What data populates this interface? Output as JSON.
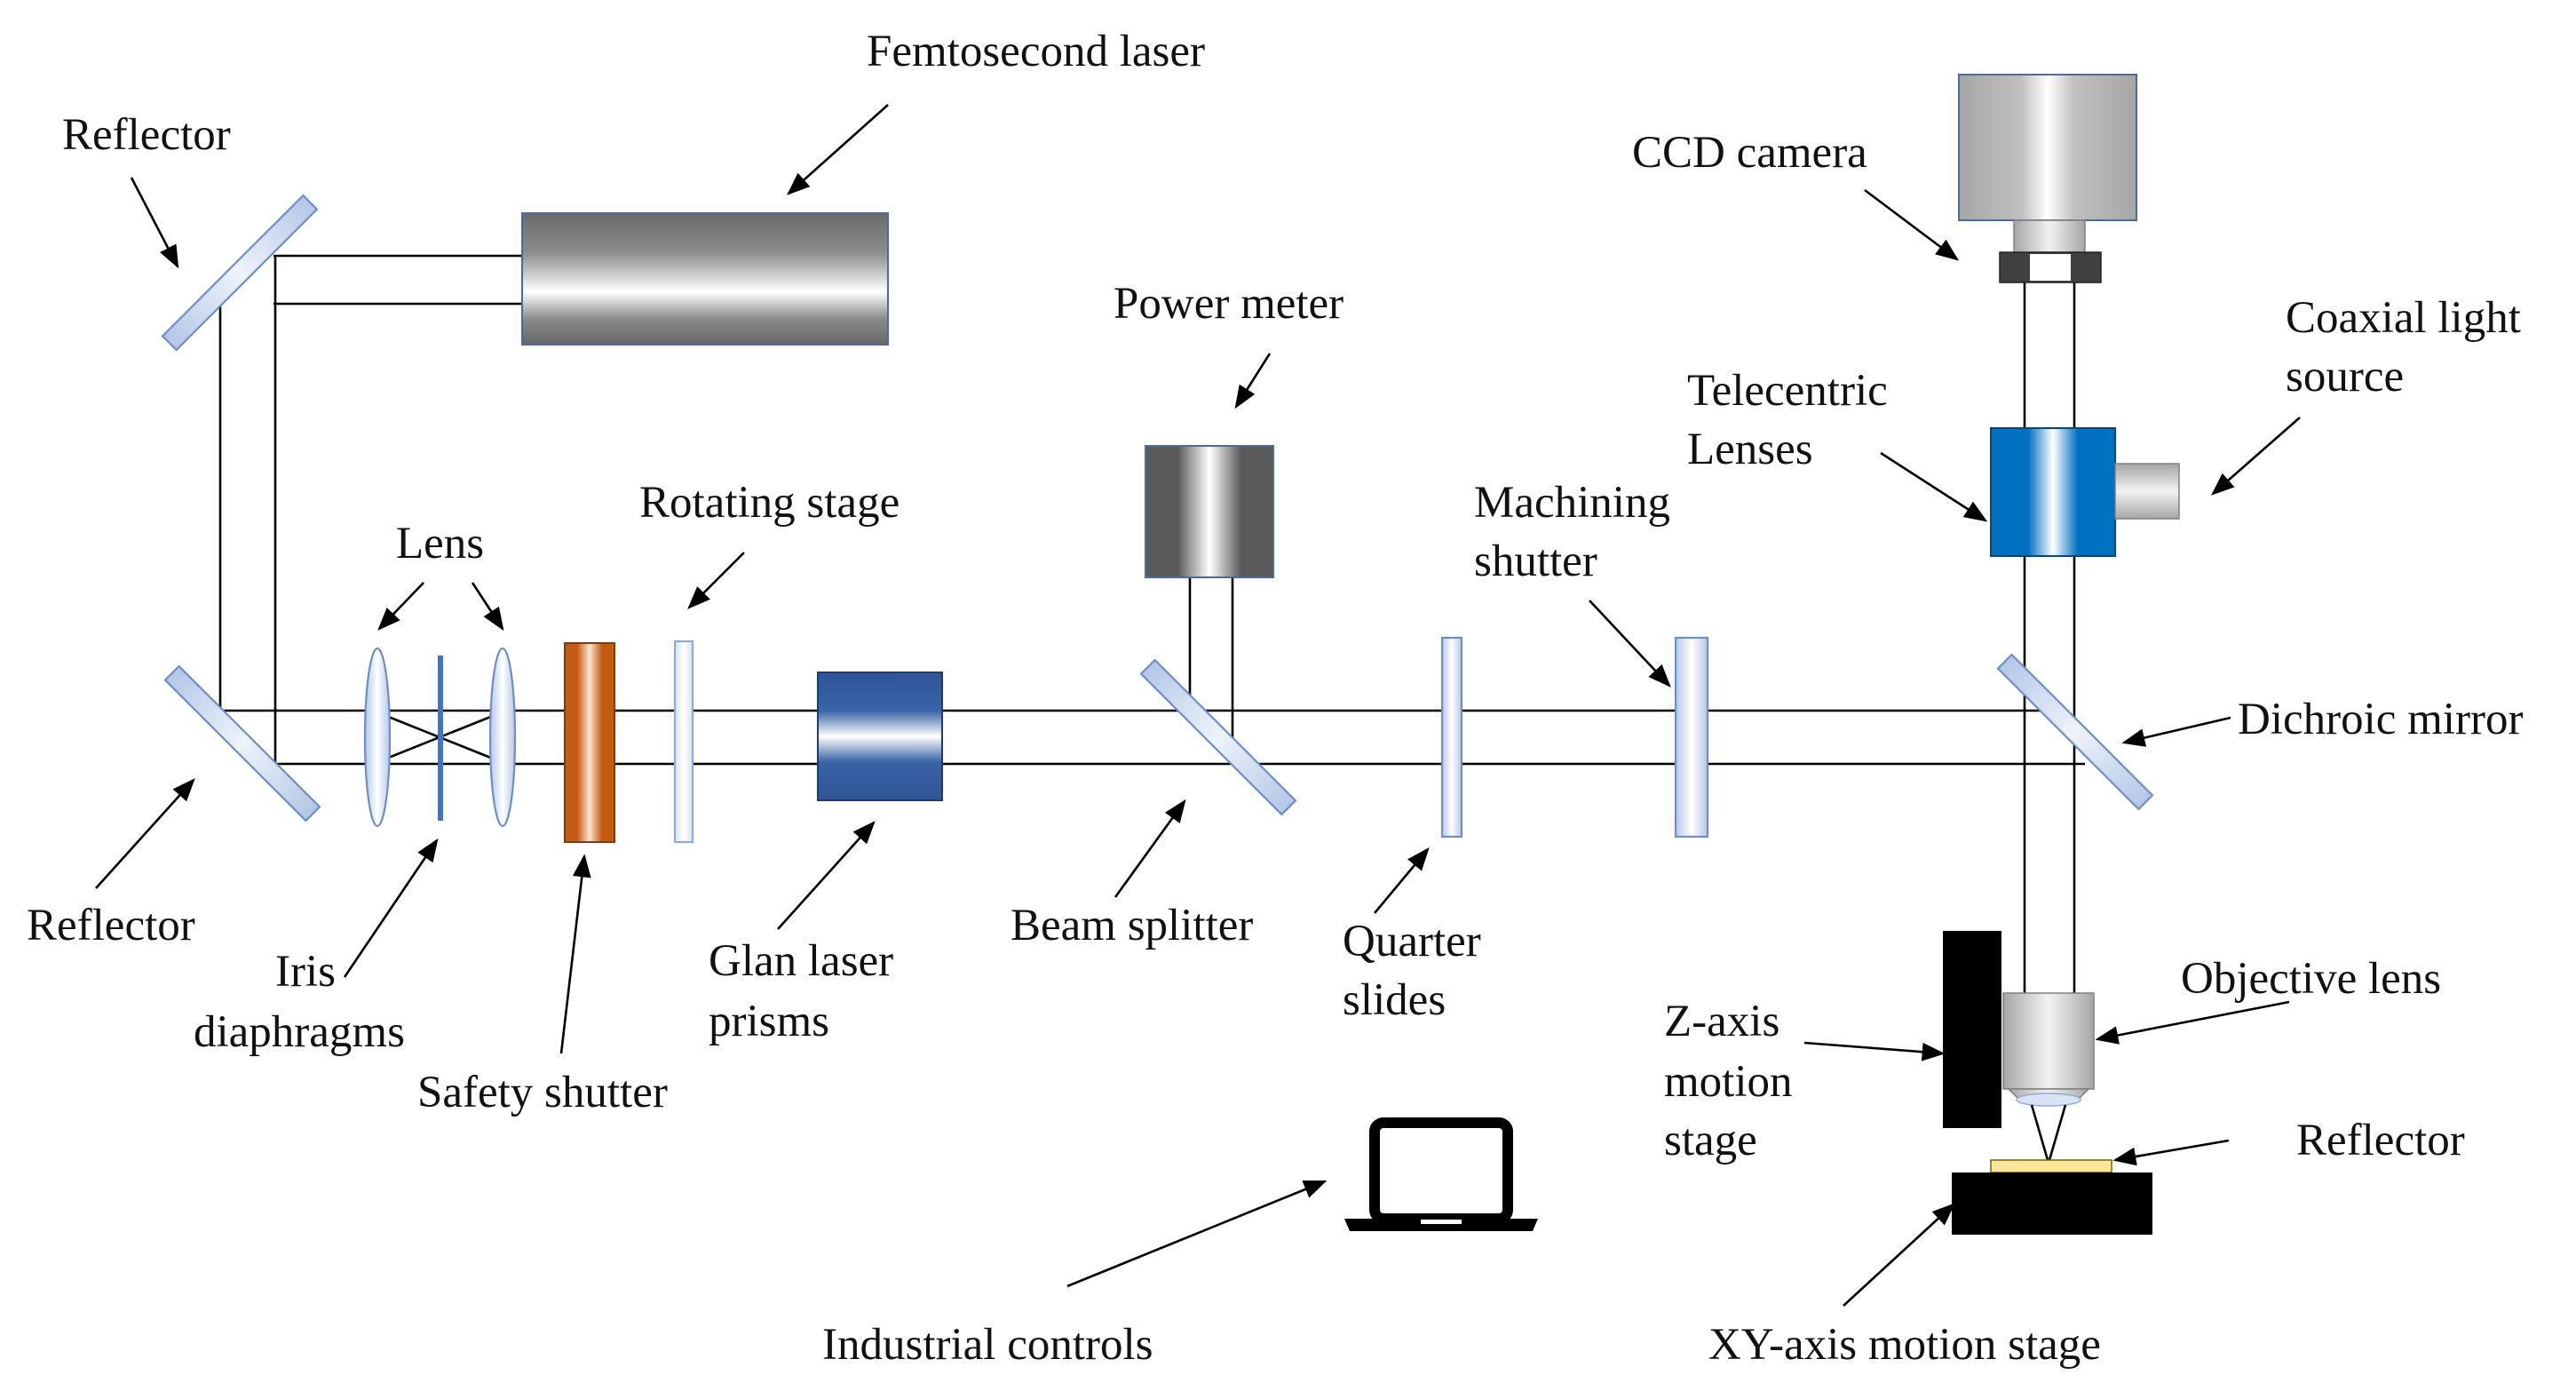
{
  "labels": {
    "femtosecond_laser": "Femtosecond laser",
    "reflector_top": "Reflector",
    "reflector_bottom": "Reflector",
    "reflector_sample": "Reflector",
    "lens": "Lens",
    "rotating_stage": "Rotating stage",
    "power_meter": "Power meter",
    "machining_shutter": [
      "Machining",
      "shutter"
    ],
    "ccd_camera": "CCD camera",
    "telecentric_lenses": [
      "Telecentric",
      "Lenses"
    ],
    "coaxial_light_source": [
      "Coaxial light",
      "source"
    ],
    "dichroic_mirror": "Dichroic mirror",
    "iris_diaphragms": [
      "Iris",
      "diaphragms"
    ],
    "safety_shutter": "Safety shutter",
    "glan_laser_prisms": [
      "Glan laser",
      "prisms"
    ],
    "beam_splitter": "Beam splitter",
    "quarter_slides": [
      "Quarter",
      "slides"
    ],
    "objective_lens": "Objective lens",
    "z_axis_motion_stage": [
      "Z-axis",
      "motion",
      "stage"
    ],
    "xy_axis_motion_stage": "XY-axis motion stage",
    "industrial_controls": "Industrial controls"
  },
  "colors": {
    "laser_body": "#6b6b6b",
    "mirror": "#b8c8e8",
    "safety_shutter": "#c55a11",
    "glan_prism": "#2f5597",
    "power_meter": "#595959",
    "telecentric_lens": "#0070c0",
    "ccd_camera": "#a6a6a6",
    "sample": "#ffe699",
    "stage": "#000000"
  }
}
